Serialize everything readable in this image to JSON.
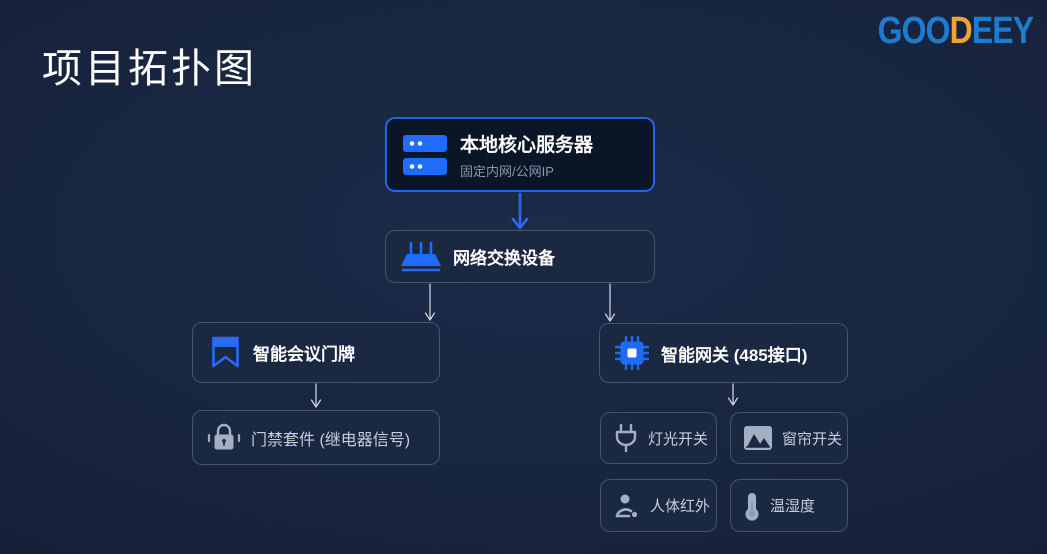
{
  "page": {
    "title": "项目拓扑图"
  },
  "logo": {
    "part1": "GOO",
    "part2": "D",
    "part3": "EEY",
    "blue": "#1b7cd0",
    "orange": "#f2a32c"
  },
  "colors": {
    "background": "#17233c",
    "accent_blue": "#2b6af5",
    "icon_blue": "#1f6bfb",
    "server_border": "#2463ee",
    "node_fill": "#1b2842",
    "node_border": "#45536f",
    "muted_text": "#c6cedc",
    "subtitle_text": "#8d96aa",
    "icon_gray": "#a3afc3",
    "connector_gray": "#c9d1de"
  },
  "nodes": {
    "server": {
      "title": "本地核心服务器",
      "subtitle": "固定内网/公网IP"
    },
    "switch": {
      "label": "网络交换设备"
    },
    "door_sign": {
      "label": "智能会议门牌"
    },
    "access_kit": {
      "label": "门禁套件 (继电器信号)"
    },
    "gateway": {
      "label": "智能网关 (485接口)"
    },
    "devices": [
      {
        "label": "灯光开关"
      },
      {
        "label": "窗帘开关"
      },
      {
        "label": "人体红外"
      },
      {
        "label": "温湿度"
      }
    ]
  }
}
